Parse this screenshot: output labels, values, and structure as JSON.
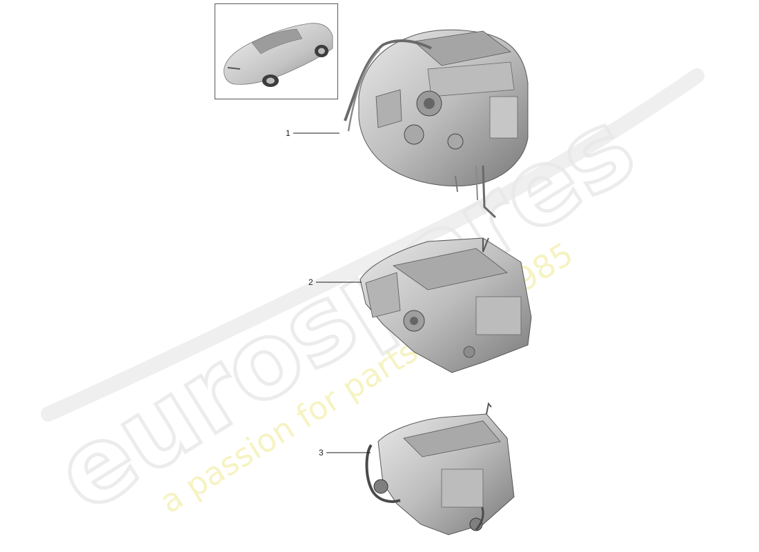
{
  "watermark": {
    "brand": "eurospares",
    "tagline": "a passion for parts since 1985"
  },
  "thumbnail": {
    "icon": "car-icon"
  },
  "callouts": [
    {
      "number": "1",
      "part_icon": "complete-engine-icon"
    },
    {
      "number": "2",
      "part_icon": "short-block-engine-icon"
    },
    {
      "number": "3",
      "part_icon": "long-block-cylinder-head-icon"
    }
  ],
  "colors": {
    "part_fill": "#cfcfcf",
    "part_shade": "#8c8c8c",
    "part_dark": "#4a4a4a",
    "leader": "#1a1a1a"
  }
}
